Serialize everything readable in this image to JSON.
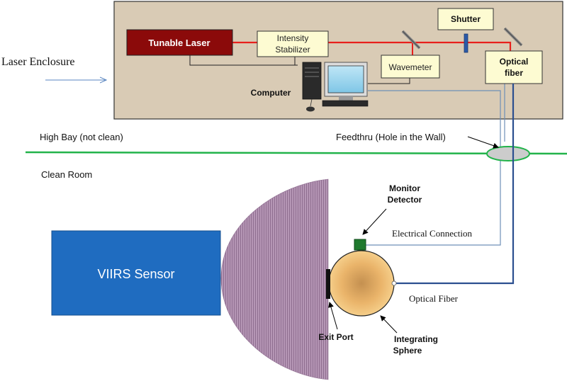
{
  "labels": {
    "laser_enclosure": "Laser Enclosure",
    "tunable_laser": "Tunable Laser",
    "intensity_stabilizer_line1": "Intensity",
    "intensity_stabilizer_line2": "Stabilizer",
    "wavemeter": "Wavemeter",
    "shutter": "Shutter",
    "optical_fiber_box_line1": "Optical",
    "optical_fiber_box_line2": "fiber",
    "computer": "Computer",
    "high_bay": "High Bay (not clean)",
    "feedthru": "Feedthru (Hole in the Wall)",
    "clean_room": "Clean Room",
    "monitor_detector_line1": "Monitor",
    "monitor_detector_line2": "Detector",
    "electrical_connection": "Electrical Connection",
    "viirs_sensor": "VIIRS Sensor",
    "optical_fiber_line": "Optical Fiber",
    "exit_port": "Exit Port",
    "integrating_sphere_line1": "Integrating",
    "integrating_sphere_line2": "Sphere"
  },
  "colors": {
    "enclosure_fill": "#d9cbb5",
    "laser_fill": "#8b0a0a",
    "stabilizer_fill": "#fdfbd2",
    "laser_beam": "#e8201c",
    "wall_line": "#22b34a",
    "viirs_fill": "#1f6cc0",
    "sphere_fill": "#f5c57a",
    "detector_fill": "#1f7a2e",
    "fiber_blue": "#2b4f8f",
    "lens_purple": "#a888a8"
  }
}
